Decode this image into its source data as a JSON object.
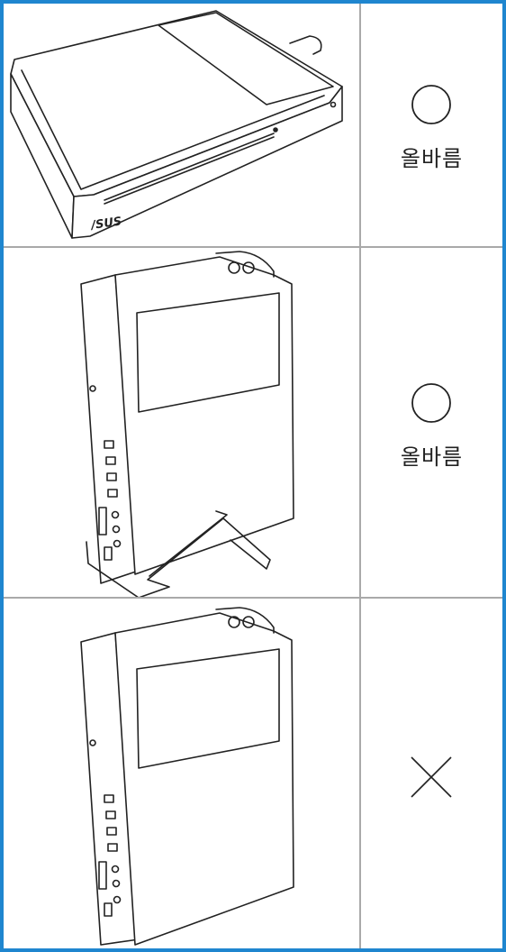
{
  "rows": [
    {
      "illustration": "horizontal-orientation-device",
      "mark": "circle",
      "label": "올바름"
    },
    {
      "illustration": "vertical-with-stand-device",
      "mark": "circle",
      "label": "올바름"
    },
    {
      "illustration": "vertical-without-stand-device",
      "mark": "cross",
      "label": ""
    }
  ],
  "colors": {
    "border": "#1f86cf",
    "grid": "#a9a9a9",
    "line": "#222222"
  }
}
